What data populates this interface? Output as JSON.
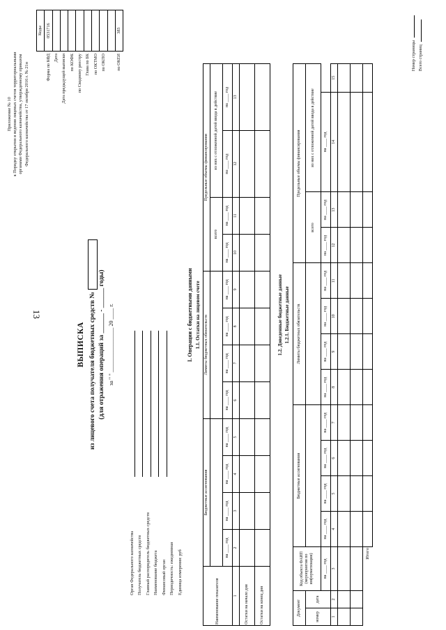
{
  "page_number": "13",
  "appendix": {
    "line1": "Приложение № 10",
    "line2": "к Порядку открытия и ведения лицевых счетов территориальными",
    "line3": "органами Федерального казначейства, утвержденному приказом",
    "line4": "Федерального казначейства от 17 октября 2016 г. № 21н"
  },
  "title": "ВЫПИСКА",
  "subtitle": "из лицевого счета получателя бюджетных средств №",
  "subtitle2": "(для отражения операций за ______ - ______ годы)",
  "date_line": "за \"  \"  ________________  20 ____ г.",
  "codes": {
    "header": "Коды",
    "rows": [
      {
        "label": "Форма по КФД",
        "value": "0531716"
      },
      {
        "label": "Дата",
        "value": ""
      },
      {
        "label": "Дата предыдущей выписки",
        "value": ""
      },
      {
        "label": "по КОФК",
        "value": ""
      },
      {
        "label": "по Сводному реестру",
        "value": ""
      },
      {
        "label": "Глава по БК",
        "value": ""
      },
      {
        "label": "по ОКТМО",
        "value": ""
      },
      {
        "label": "по ОКПО",
        "value": ""
      },
      {
        "label": "",
        "value": ""
      },
      {
        "label": "по ОКЕИ",
        "value": "383"
      }
    ]
  },
  "left_labels": [
    "Орган Федерального казначейства",
    "Получатель бюджетных средств",
    "Главный распорядитель бюджетных средств",
    "Наименование бюджета",
    "Финансовый орган",
    "Периодичность: ежедневная",
    "Единица измерения: руб"
  ],
  "section1": "I. Операции с бюджетными данными",
  "section1_1": "1.1. Остатки на лицевом счете",
  "t1": {
    "col_name": "Наименование показателя",
    "col_ba": "Бюджетные ассигнования",
    "col_lbo": "Лимиты бюджетных обязательств",
    "col_pof": "Предельные объемы финансирования",
    "col_total": "всего",
    "col_incl": "из них с отложенной датой ввода в действие",
    "na_god": "на ____ год",
    "nums": [
      "1",
      "2",
      "3",
      "4",
      "5",
      "6",
      "7",
      "8",
      "9",
      "10",
      "11",
      "12",
      "13"
    ],
    "row1": "Остатки на начало дня",
    "row2": "Остатки на конец дня"
  },
  "section1_2": "1.2. Доведенные бюджетные данные",
  "section1_2_1": "1.2.1. Бюджетные данные",
  "t2": {
    "col_doc": "Документ",
    "col_num": "номер",
    "col_date": "дата",
    "col_code": "Код объекта ФАИП",
    "col_code_sub": "(мероприятия по информатизации)",
    "col_ba": "Бюджетные ассигнования",
    "col_lbo": "Лимиты бюджетных обязательств",
    "col_pof": "Предельные объемы финансирования",
    "col_total": "всего",
    "col_incl": "из них с отложенной датой ввода в действие",
    "na_god": "на ____ год",
    "nums": [
      "1",
      "2",
      "3",
      "4",
      "5",
      "6",
      "7",
      "8",
      "9",
      "10",
      "11",
      "12",
      "13",
      "14",
      "15"
    ],
    "total": "Итого"
  },
  "footer": {
    "page_no": "Номер страницы",
    "pages_total": "Всего страниц"
  }
}
